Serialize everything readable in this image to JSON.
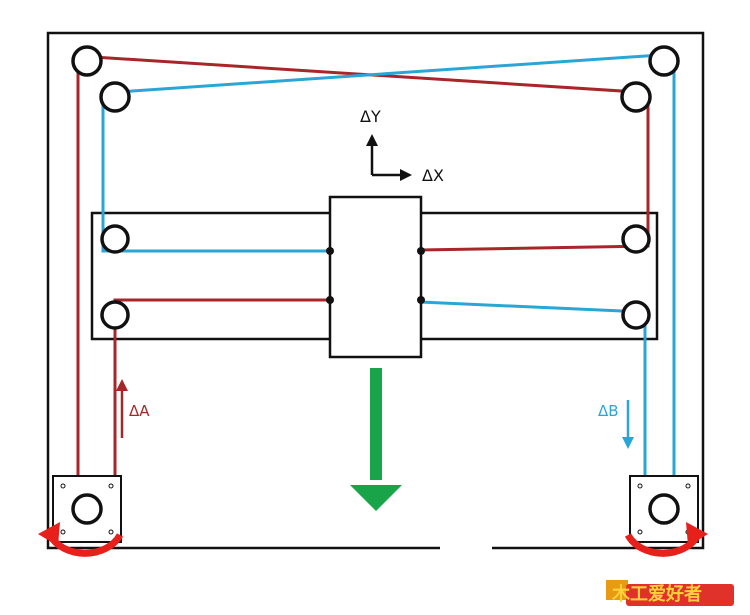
{
  "labels": {
    "delta_y": "ΔY",
    "delta_x": "ΔX",
    "delta_a": "ΔA",
    "delta_b": "ΔB"
  },
  "watermark": {
    "text": "木工爱好者"
  },
  "colors": {
    "belt_a": "#a8262a",
    "belt_b": "#2aa6d6",
    "motion_arrow": "#1aa44a",
    "rotation_arrow": "#e8201c",
    "outline": "#111111"
  },
  "icons": {
    "motion": "arrow-down-icon",
    "rotation_left": "rotate-arrow-icon",
    "rotation_right": "rotate-arrow-icon"
  }
}
